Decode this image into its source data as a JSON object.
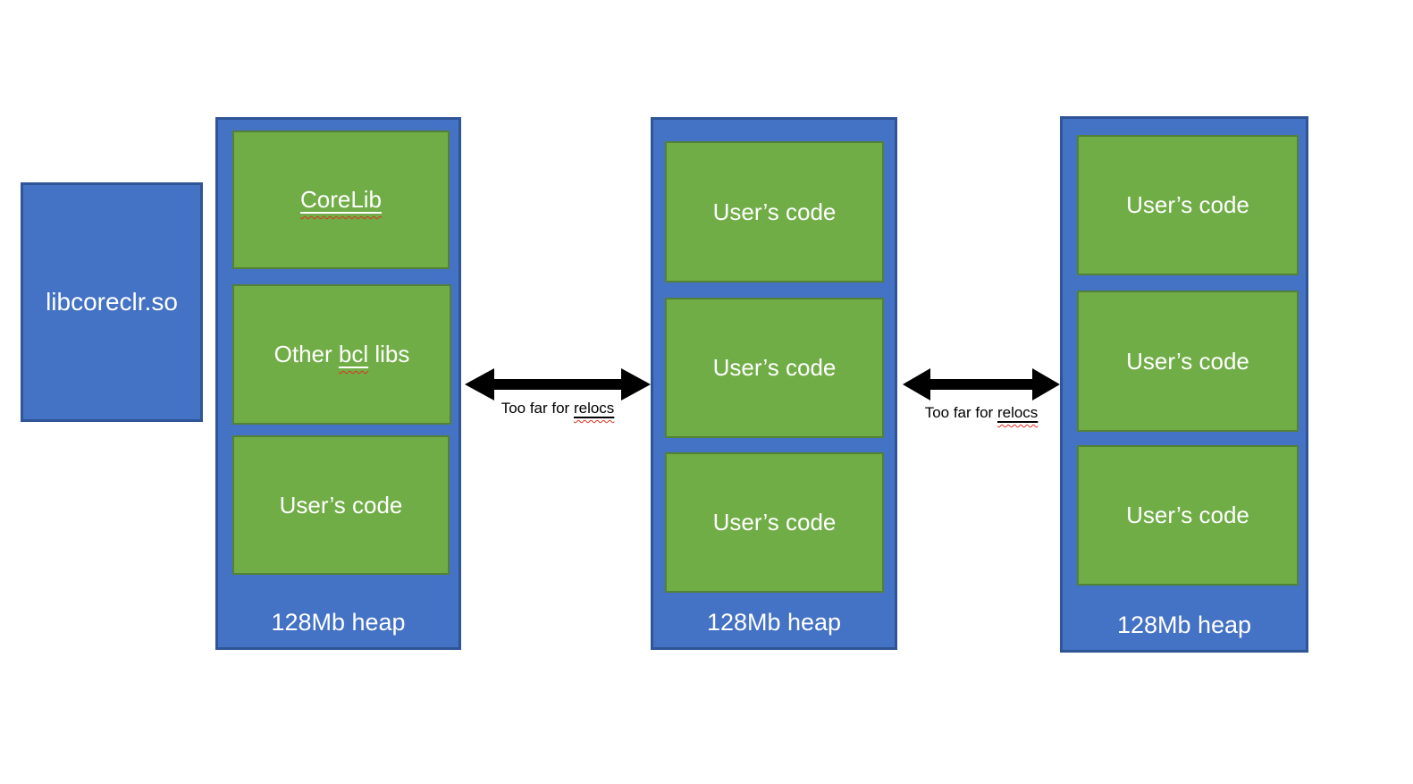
{
  "colors": {
    "heap_blue_fill": "#4472C4",
    "heap_blue_border": "#2F5597",
    "block_green_fill": "#70AD47",
    "block_green_border": "#538135",
    "arrow_black": "#000000",
    "label_white": "#FFFFFF",
    "spellcheck_squiggle_red": "#E0301E",
    "background": "#FFFFFF"
  },
  "library_box": {
    "label": "libcoreclr.so"
  },
  "heaps": [
    {
      "heap_label": "128Mb heap",
      "blocks": [
        {
          "pre": "",
          "flagged": "CoreLib",
          "post": ""
        },
        {
          "pre": "Other ",
          "flagged": "bcl",
          "post": " libs"
        },
        {
          "pre": "User’s code",
          "flagged": "",
          "post": ""
        }
      ]
    },
    {
      "heap_label": "128Mb heap",
      "blocks": [
        {
          "pre": "User’s code",
          "flagged": "",
          "post": ""
        },
        {
          "pre": "User’s code",
          "flagged": "",
          "post": ""
        },
        {
          "pre": "User’s code",
          "flagged": "",
          "post": ""
        }
      ]
    },
    {
      "heap_label": "128Mb heap",
      "blocks": [
        {
          "pre": "User’s code",
          "flagged": "",
          "post": ""
        },
        {
          "pre": "User’s code",
          "flagged": "",
          "post": ""
        },
        {
          "pre": "User’s code",
          "flagged": "",
          "post": ""
        }
      ]
    }
  ],
  "arrows": [
    {
      "pre": "Too far for ",
      "flagged": "relocs",
      "post": ""
    },
    {
      "pre": "Too far for ",
      "flagged": "relocs",
      "post": ""
    }
  ]
}
